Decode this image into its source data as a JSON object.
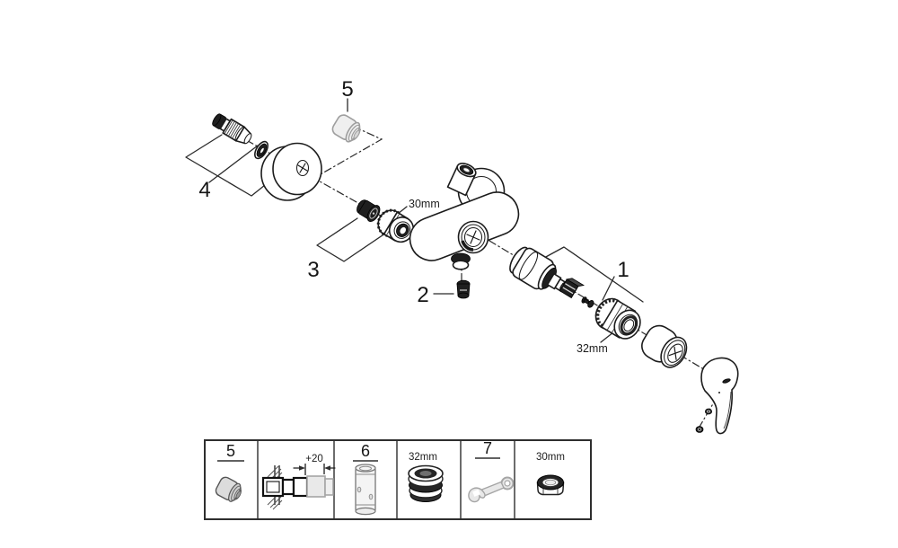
{
  "diagram": {
    "callouts": {
      "c1": "1",
      "c2": "2",
      "c3": "3",
      "c4": "4",
      "c5": "5"
    },
    "dimension_labels": {
      "union_nut": "30mm",
      "cartridge_nut": "32mm"
    }
  },
  "legend": {
    "cells": [
      {
        "id": "cap",
        "label": "5"
      },
      {
        "id": "wall-extension",
        "dimension": "+20"
      },
      {
        "id": "extension-piece",
        "label": "6"
      },
      {
        "id": "nut-32mm",
        "label": "32mm"
      },
      {
        "id": "wrench",
        "label": "7"
      },
      {
        "id": "nut-30mm",
        "label": "30mm"
      }
    ]
  },
  "colors": {
    "background": "#ffffff",
    "line": "#1c1c1c",
    "ghost_gray": "#9e9e9e"
  }
}
